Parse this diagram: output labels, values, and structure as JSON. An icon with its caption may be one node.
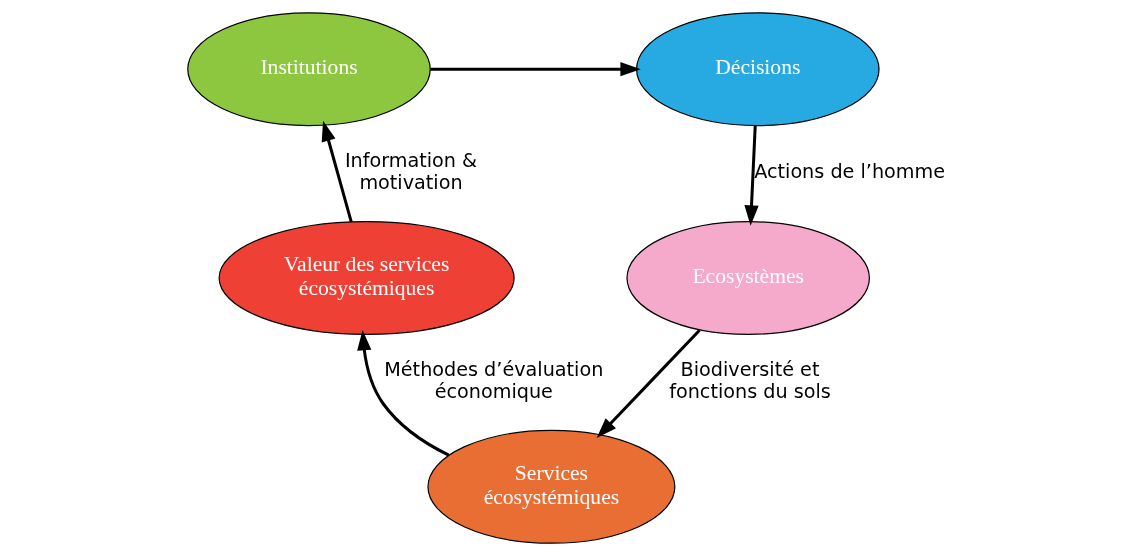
{
  "diagram": {
    "nodes": [
      {
        "text": [
          "Institutions"
        ]
      },
      {
        "text": [
          "Décisions"
        ]
      },
      {
        "text": [
          "Ecosystèmes"
        ]
      },
      {
        "text": [
          "Services écosystémiques"
        ]
      },
      {
        "text": [
          "Valeur des services écosystémiques"
        ]
      }
    ],
    "edges": [
      {
        "from": 0,
        "to": 1,
        "arrow": "to"
      },
      {
        "from": 1,
        "to": 2,
        "arrow": "to",
        "label": "Actions de l’homme"
      },
      {
        "from": 2,
        "to": 3,
        "arrow": "to",
        "label": "Biodiversité et fonctions du sols"
      },
      {
        "from": 3,
        "to": 4,
        "arrow": "to",
        "label": "Méthodes d’évaluation économique"
      },
      {
        "from": 4,
        "to": 0,
        "arrow": "to",
        "label": "Information & motivation"
      }
    ]
  }
}
